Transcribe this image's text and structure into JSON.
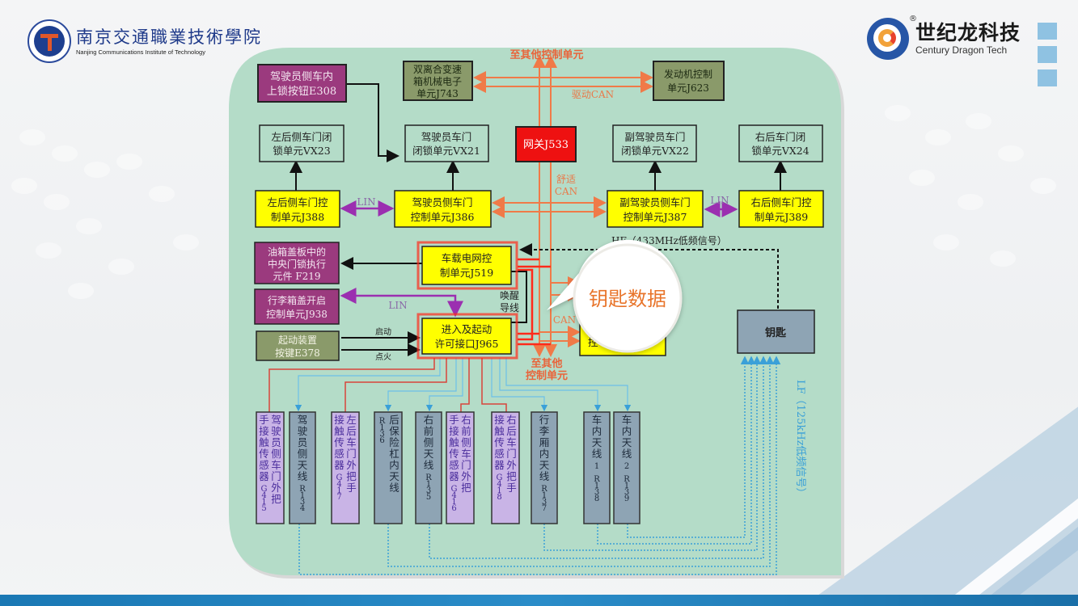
{
  "header": {
    "school_name_cn": "南京交通職業技術學院",
    "school_name_en": "Nanjing Communications Institute of Technology",
    "brand_name_cn": "世纪龙科技",
    "brand_name_en": "Century Dragon Tech",
    "brand_reg_mark": "®"
  },
  "colors": {
    "panel_bg": "#b4dcc8",
    "yellow_box": "#ffff00",
    "purple_box": "#9b3a7e",
    "olive_box": "#8a9a6a",
    "gateway_red": "#ee1111",
    "can_orange": "#f07a48",
    "lin_purple": "#9b2fb0",
    "lf_blue": "#3aa0d8",
    "antenna_gray": "#8ea4b4",
    "sensor_lavender": "#c9b4e6",
    "callout_orange": "#e8742a",
    "footer_blue": "#1a78b4"
  },
  "diagram": {
    "top_label": "至其他控制单元",
    "bottom_label_line1": "至其他",
    "bottom_label_line2": "控制单元",
    "drive_can_label": "驱动CAN",
    "comfort_can_line1": "舒适",
    "comfort_can_line2": "CAN",
    "can_label_lower": "CAN",
    "lin_left": "LIN",
    "lin_right": "LIN",
    "lin_lower": "LIN",
    "wake_line1": "唤醒",
    "wake_line2": "导线",
    "start_label": "启动",
    "ignition_label": "点火",
    "hf_label": "HF（433MHz低频信号）",
    "lf_label": "LF（125kHz低频信号）",
    "callout": "钥匙数据",
    "boxes": {
      "e308": [
        "驾驶员侧车内",
        "上锁按钮E308"
      ],
      "j743": [
        "双离合变速",
        "箱机械电子",
        "单元J743"
      ],
      "j623": [
        "发动机控制",
        "单元J623"
      ],
      "j533": [
        "网关J533"
      ],
      "vx23": [
        "左后侧车门闭",
        "锁单元VX23"
      ],
      "vx21": [
        "驾驶员车门",
        "闭锁单元VX21"
      ],
      "vx22": [
        "副驾驶员车门",
        "闭锁单元VX22"
      ],
      "vx24": [
        "右后车门闭",
        "锁单元VX24"
      ],
      "j388": [
        "左后侧车门控",
        "制单元J388"
      ],
      "j386": [
        "驾驶员侧车门",
        "控制单元J386"
      ],
      "j387": [
        "副驾驶员侧车门",
        "控制单元J387"
      ],
      "j389": [
        "右后侧车门控",
        "制单元J389"
      ],
      "f219": [
        "油箱盖板中的",
        "中央门锁执行",
        "元件 F219"
      ],
      "j519": [
        "车载电网控",
        "制单元J519"
      ],
      "j938": [
        "行李箱盖开启",
        "控制单元J938"
      ],
      "e378": [
        "起动装置",
        "按键E378"
      ],
      "j965": [
        "进入及起动",
        "许可接口J965"
      ],
      "hidden": [
        "控"
      ],
      "key": [
        "钥匙"
      ]
    },
    "bottom_boxes": [
      {
        "id": "g415",
        "type": "sensor",
        "cols": [
          "驾驶员侧车门外把",
          "手接触传感器G415"
        ]
      },
      {
        "id": "r134",
        "type": "antenna",
        "cols": [
          "驾驶员侧天线R134"
        ]
      },
      {
        "id": "g417",
        "type": "sensor",
        "cols": [
          "左后车门外把手",
          "接触传感器G417"
        ]
      },
      {
        "id": "r136",
        "type": "antenna",
        "cols": [
          "后保险杠内天线",
          "R136"
        ]
      },
      {
        "id": "r135",
        "type": "antenna",
        "cols": [
          "右前侧天线R135"
        ]
      },
      {
        "id": "g416",
        "type": "sensor",
        "cols": [
          "右前侧车门外把",
          "手接触传感器G416"
        ]
      },
      {
        "id": "g418",
        "type": "sensor",
        "cols": [
          "右后车门外把手",
          "接触传感器G418"
        ]
      },
      {
        "id": "r137",
        "type": "antenna",
        "cols": [
          "行李厢内天线R137"
        ]
      },
      {
        "id": "r138",
        "type": "antenna",
        "cols": [
          "车内天线1 R138"
        ]
      },
      {
        "id": "r139",
        "type": "antenna",
        "cols": [
          "车内天线2 R139"
        ]
      }
    ]
  }
}
